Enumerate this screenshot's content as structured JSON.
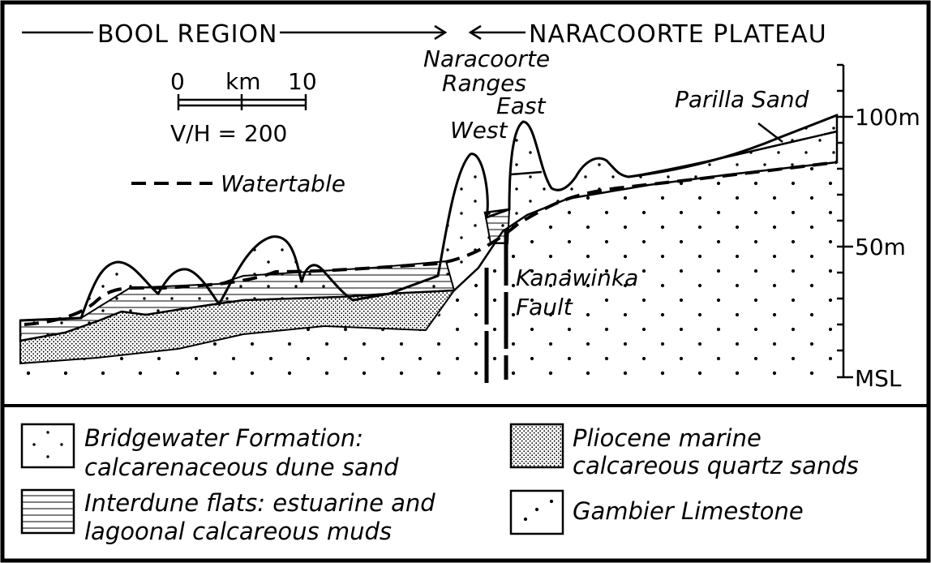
{
  "header": {
    "left_region": "BOOL REGION",
    "right_region": "NARACOORTE PLATEAU"
  },
  "scale": {
    "zero": "0",
    "unit": "km",
    "ten": "10",
    "ratio": "V/H = 200"
  },
  "watertable_label": "Watertable",
  "annotations": {
    "ranges_line1": "Naracoorte",
    "ranges_line2": "Ranges",
    "west": "West",
    "east": "East",
    "parilla": "Parilla Sand",
    "fault_line1": "Kanawinka",
    "fault_line2": "Fault"
  },
  "elevation_axis": {
    "ticks": [
      "100m",
      "50m",
      "MSL"
    ]
  },
  "legend": [
    {
      "line1": "Bridgewater Formation:",
      "line2": "calcarenaceous dune sand",
      "pattern": "sparse-dots"
    },
    {
      "line1": "Interdune flats: estuarine and",
      "line2": "lagoonal calcareous muds",
      "pattern": "horizontal-lines"
    },
    {
      "line1": "Pliocene marine",
      "line2": "calcareous quartz sands",
      "pattern": "dense-stipple"
    },
    {
      "line1": "Gambier Limestone",
      "line2": "",
      "pattern": "large-dots"
    }
  ]
}
